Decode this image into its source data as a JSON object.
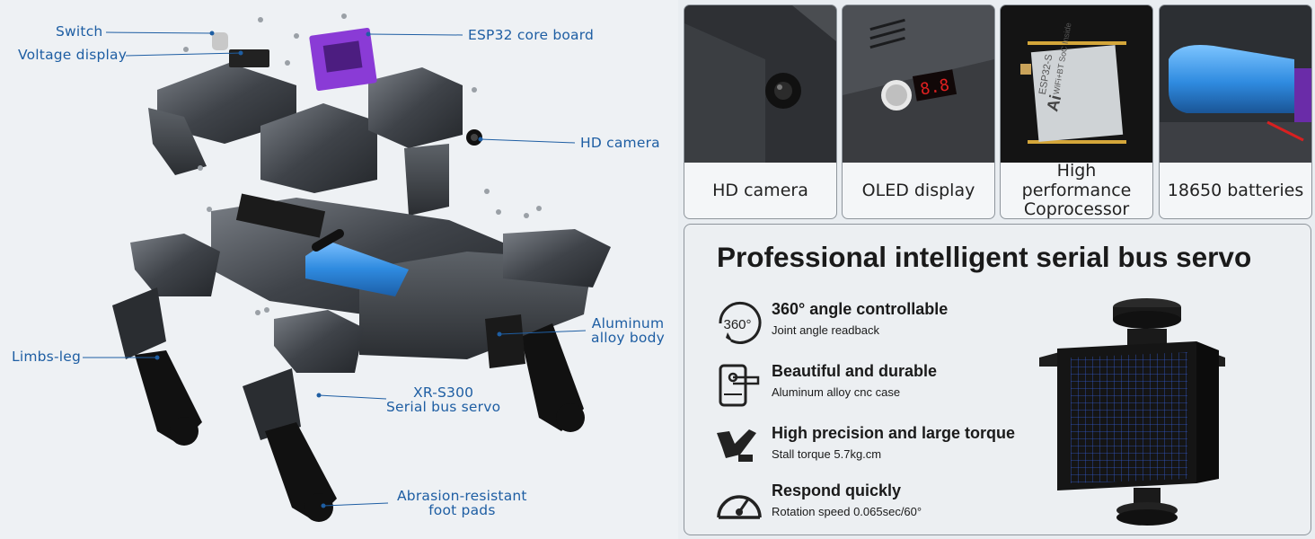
{
  "callouts": {
    "switch": "Switch",
    "voltage_display": "Voltage display",
    "esp32": "ESP32 core board",
    "hd_camera": "HD camera",
    "aluminum_line1": "Aluminum",
    "aluminum_line2": "alloy body",
    "limbs_leg": "Limbs-leg",
    "servo_line1": "XR-S300",
    "servo_line2": "Serial bus servo",
    "foot_line1": "Abrasion-resistant",
    "foot_line2": "foot pads"
  },
  "cards": [
    {
      "label": "HD camera"
    },
    {
      "label": "OLED display"
    },
    {
      "label": "High performance\nCoprocessor"
    },
    {
      "label": "18650 batteries"
    }
  ],
  "oled_digits": "8.8",
  "chip_text": {
    "line1": "ESP32-S",
    "line2": "WiFi+BT SoC Inside",
    "logo": "Ai"
  },
  "servo": {
    "title": "Professional intelligent serial bus servo",
    "features": [
      {
        "title": "360° angle controllable",
        "desc": "Joint angle readback",
        "icon": "angle-360-icon",
        "icon_text": "360°"
      },
      {
        "title": "Beautiful and durable",
        "desc": "Aluminum alloy cnc case",
        "icon": "case-icon"
      },
      {
        "title": "High precision and large torque",
        "desc": "Stall torque 5.7kg.cm",
        "icon": "torque-arm-icon"
      },
      {
        "title": "Respond quickly",
        "desc": "Rotation speed 0.065sec/60°",
        "icon": "speedometer-icon"
      }
    ]
  },
  "colors": {
    "callout": "#1e5ea3",
    "battery": "#2f8be0",
    "board": "#8a3bd6",
    "servo_grid": "#3a6cff"
  }
}
